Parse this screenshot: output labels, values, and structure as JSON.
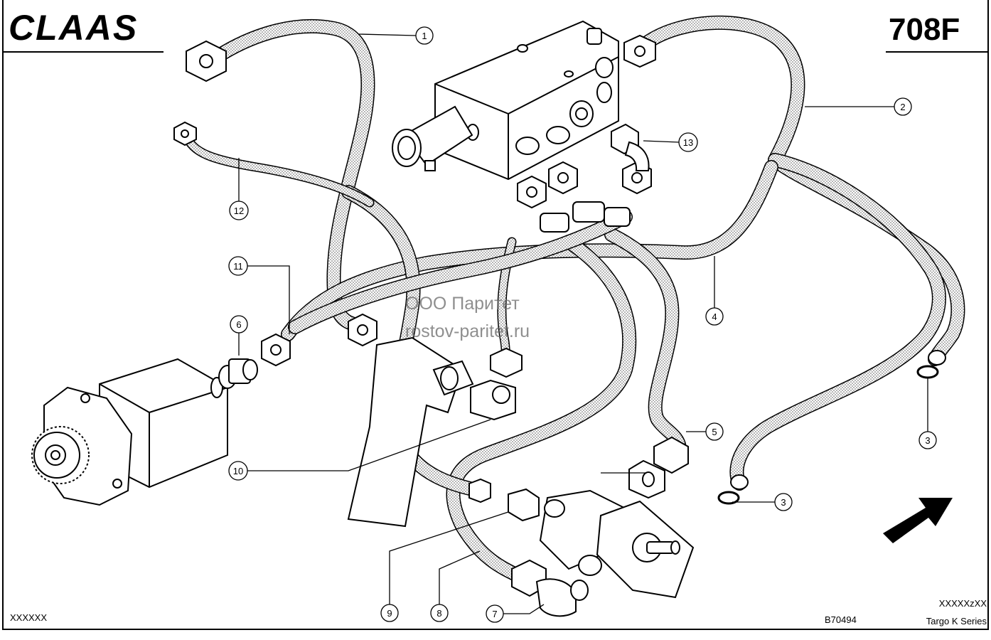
{
  "header": {
    "brand_logo": "CLAAS",
    "page_code": "708F"
  },
  "watermark": {
    "line1": "ООО Паритет",
    "line2": "rostov-paritet.ru"
  },
  "footer": {
    "left_code": "XXXXXX",
    "drawing_number": "B70494",
    "right_code": "XXXXXzXX",
    "series": "Targo K Series"
  },
  "callouts": [
    "1",
    "2",
    "3",
    "3",
    "4",
    "5",
    "6",
    "7",
    "8",
    "9",
    "10",
    "11",
    "12",
    "13"
  ],
  "icons": {
    "direction_arrow": "arrow-up-right-icon",
    "gear_pump": "gear-pump-icon",
    "control_valve": "valve-block-icon",
    "small_pump": "small-pump-icon"
  }
}
